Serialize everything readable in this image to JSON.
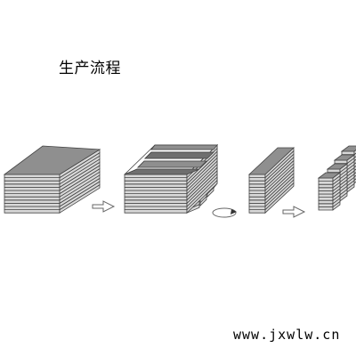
{
  "title": "生产流程",
  "watermark": "www.jxwlw.cn",
  "colors": {
    "top_face": "#8f8f8f",
    "top_face_dark": "#6f6f6f",
    "layer_side": "#d8d8d8",
    "layer_line": "#444444",
    "arrow_outline": "#666666"
  },
  "steps": [
    {
      "name": "stacked-sheets"
    },
    {
      "name": "sliced-stack"
    },
    {
      "name": "single-strip"
    },
    {
      "name": "sliced-strip"
    }
  ],
  "transitions": [
    {
      "name": "arrow-1",
      "kind": "arrow"
    },
    {
      "name": "rotate-2",
      "kind": "rotate"
    },
    {
      "name": "arrow-3",
      "kind": "arrow"
    }
  ]
}
